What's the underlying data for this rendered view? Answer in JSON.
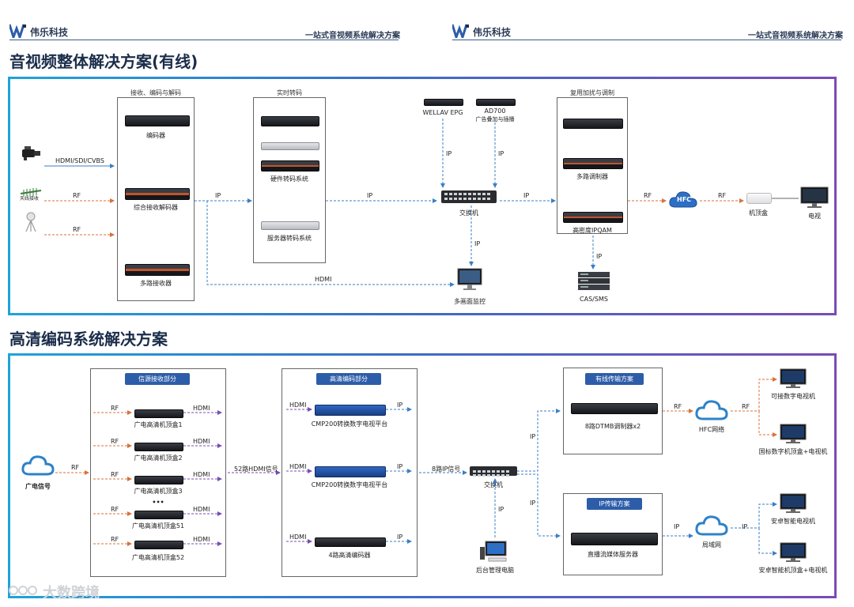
{
  "header": {
    "brand_left": "伟乐科技",
    "slogan_left": "一站式音视频系统解决方案",
    "brand_right": "伟乐科技",
    "slogan_right": "一站式音视频系统解决方案"
  },
  "section1": {
    "title": "音视频整体解决方案(有线)",
    "group_receive": "接收、编码与解码",
    "group_realtime": "实时转码",
    "group_mux": "复用加扰与调制",
    "encoder": "编码器",
    "decoder": "综合接收解码器",
    "multi_receiver": "多路接收器",
    "hw_transcode": "硬件转码系统",
    "server_transcode": "服务器转码系统",
    "epg": "WELLAV EPG",
    "ad700_name": "AD700",
    "ad700_desc": "广告叠加与插播",
    "switch": "交换机",
    "multi_modulator": "多路调制器",
    "hd_ipqam": "高密度IPQAM",
    "cas_sms": "CAS/SMS",
    "multiview": "多画面监控",
    "hfc": "HFC",
    "stb": "机顶盒",
    "tv": "电视",
    "link_hdmi_sdi_cvbs": "HDMI/SDI/CVBS",
    "link_rf1": "RF",
    "link_rf2": "RF",
    "link_ip1": "IP",
    "link_ip2": "IP",
    "link_ip3": "IP",
    "link_ip_epg": "IP",
    "link_ip_ad": "IP",
    "link_ip_down": "IP",
    "link_ip_cas": "IP",
    "link_rf_hfc": "RF",
    "link_rf_stb": "RF",
    "link_hdmi": "HDMI",
    "left_device_label": "天线接收"
  },
  "section2": {
    "title": "高清编码系统解决方案",
    "cloud_label": "广电信号",
    "group_stb": "信源接收部分",
    "group_encode": "高清编码部分",
    "group_network": "有线传输方案",
    "group_ip": "IP传输方案",
    "stbs": [
      "广电高清机顶盒1",
      "广电高清机顶盒2",
      "广电高清机顶盒3",
      "广电高清机顶盒51",
      "广电高清机顶盒52"
    ],
    "ellipsis": "•••",
    "cmp_units": [
      "CMP200转换数字电视平台",
      "CMP200转换数字电视平台"
    ],
    "encoder4": "4路高清编码器",
    "switch": "交换机",
    "dtmb_mod": "8路DTMB调制器x2",
    "stream_server": "直播流媒体服务器",
    "hfc_net": "HFC网络",
    "lan": "局域网",
    "mgmt": "后台管理电脑",
    "tv_digital": "可接数字电视机",
    "tv_box": "国标数字机顶盒+电视机",
    "tv_smart": "安卓智能电视机",
    "tv_android_box": "安卓智能机顶盒+电视机",
    "link_rf_main": "RF",
    "link_52hdmi": "52路HDMI信号",
    "link_8ip": "8路IP信号",
    "rf_labels": [
      "RF",
      "RF",
      "RF",
      "RF",
      "RF"
    ],
    "hdmi_labels": [
      "HDMI",
      "HDMI",
      "HDMI",
      "HDMI",
      "HDMI"
    ],
    "enc_in_labels": [
      "HDMI",
      "HDMI",
      "HDMI"
    ],
    "enc_out_labels": [
      "IP",
      "IP",
      "IP"
    ],
    "link_ip_up": "IP",
    "link_ip_down": "IP",
    "link_ip_mgmt": "IP",
    "link_rf_mod": "RF",
    "link_rf_hfc": "RF",
    "link_ip_srv": "IP",
    "link_ip_lan": "IP"
  },
  "watermark": "大数跨境",
  "colors": {
    "accent_blue": "#2d5da8",
    "brand_navy": "#1b2d4a",
    "arrow_blue": "#3a7fc4",
    "arrow_orange": "#d9713a",
    "arrow_purple": "#7a4bb5"
  }
}
